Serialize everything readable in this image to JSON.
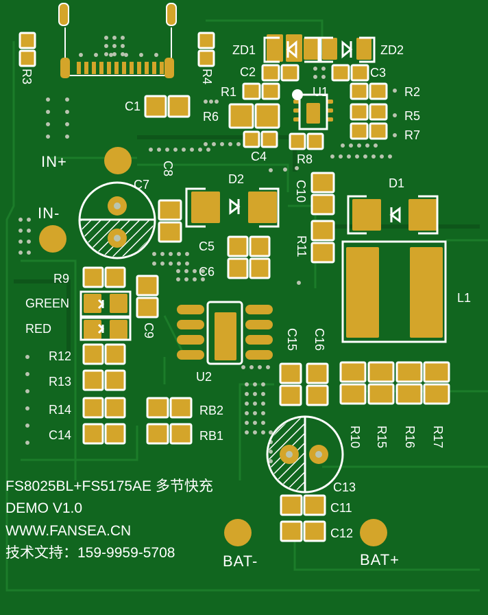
{
  "board": {
    "colors": {
      "solder_mask": "#11661f",
      "trace": "#1a7a28",
      "pad": "#d4a52a",
      "silkscreen": "#ffffff",
      "via": "#b9c4b0"
    },
    "notes": {
      "line1": "FS8025BL+FS5175AE 多节快充",
      "line2": "DEMO    V1.0",
      "line3": "WWW.FANSEA.CN",
      "line4": "技术文持：159-9959-5708"
    },
    "labels": {
      "R3": "R3",
      "R4": "R4",
      "C1": "C1",
      "ZD1": "ZD1",
      "ZD2": "ZD2",
      "C2": "C2",
      "C3": "C3",
      "R1": "R1",
      "R6": "R6",
      "U1": "U1",
      "R2": "R2",
      "R5": "R5",
      "R7": "R7",
      "C4": "C4",
      "R8": "R8",
      "IN+": "IN+",
      "C8": "C8",
      "C7": "C7",
      "D2": "D2",
      "C10": "C10",
      "D1": "D1",
      "IN-": "IN-",
      "C5": "C5",
      "C6": "C6",
      "R11": "R11",
      "R9": "R9",
      "L1": "L1",
      "GREEN": "GREEN",
      "RED": "RED",
      "C9": "C9",
      "C15": "C15",
      "C16": "C16",
      "R12": "R12",
      "U2": "U2",
      "R13": "R13",
      "R14": "R14",
      "RB2": "RB2",
      "C14": "C14",
      "RB1": "RB1",
      "R10": "R10",
      "R15": "R15",
      "R16": "R16",
      "R17": "R17",
      "C13": "C13",
      "C11": "C11",
      "C12": "C12",
      "BAT-": "BAT-",
      "BAT+": "BAT+"
    }
  }
}
